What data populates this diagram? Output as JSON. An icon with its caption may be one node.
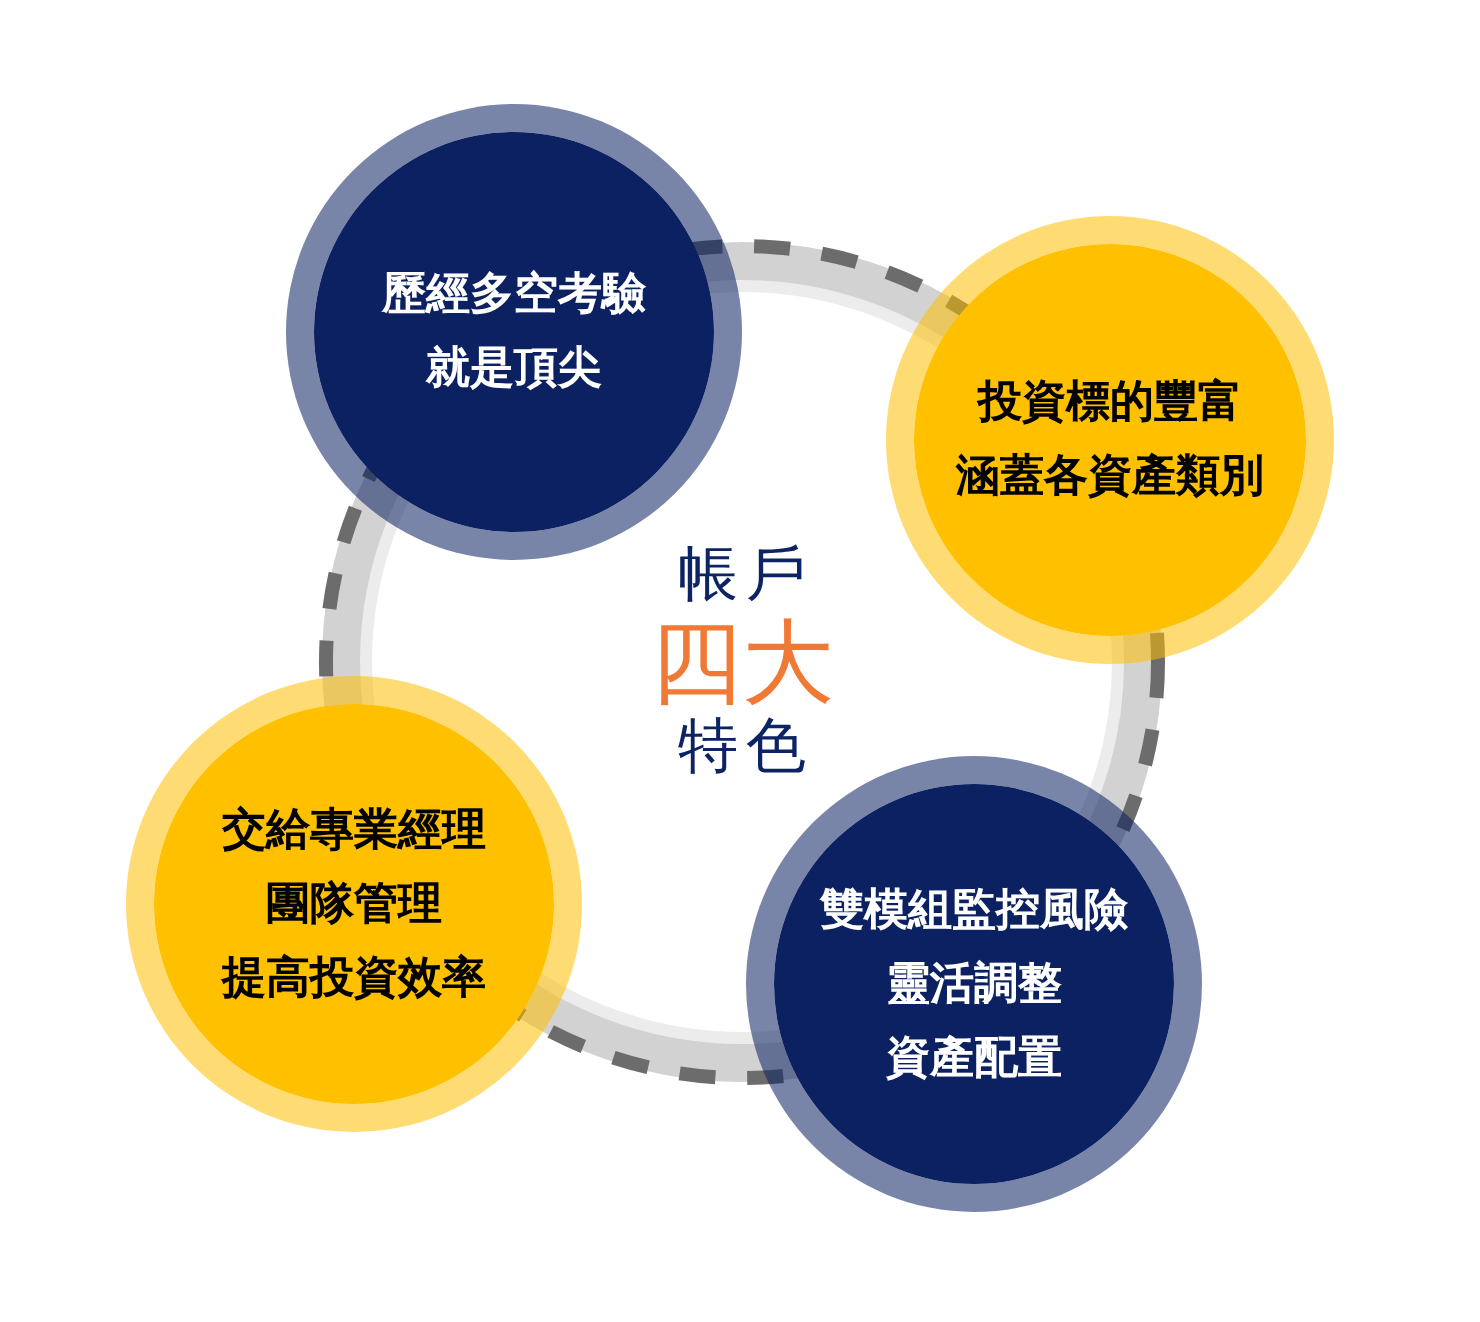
{
  "diagram": {
    "nodes": [
      {
        "text": [
          "歷經多空考驗",
          "就是頂尖"
        ]
      },
      {
        "text": [
          "投資標的豐富",
          "涵蓋各資產類別"
        ]
      },
      {
        "text": [
          "帳戶",
          "四大",
          "特色"
        ]
      },
      {
        "text": [
          "交給專業經理",
          "團隊管理",
          "提高投資效率"
        ]
      },
      {
        "text": [
          "雙模組監控風險",
          "靈活調整",
          "資產配置"
        ]
      }
    ]
  }
}
